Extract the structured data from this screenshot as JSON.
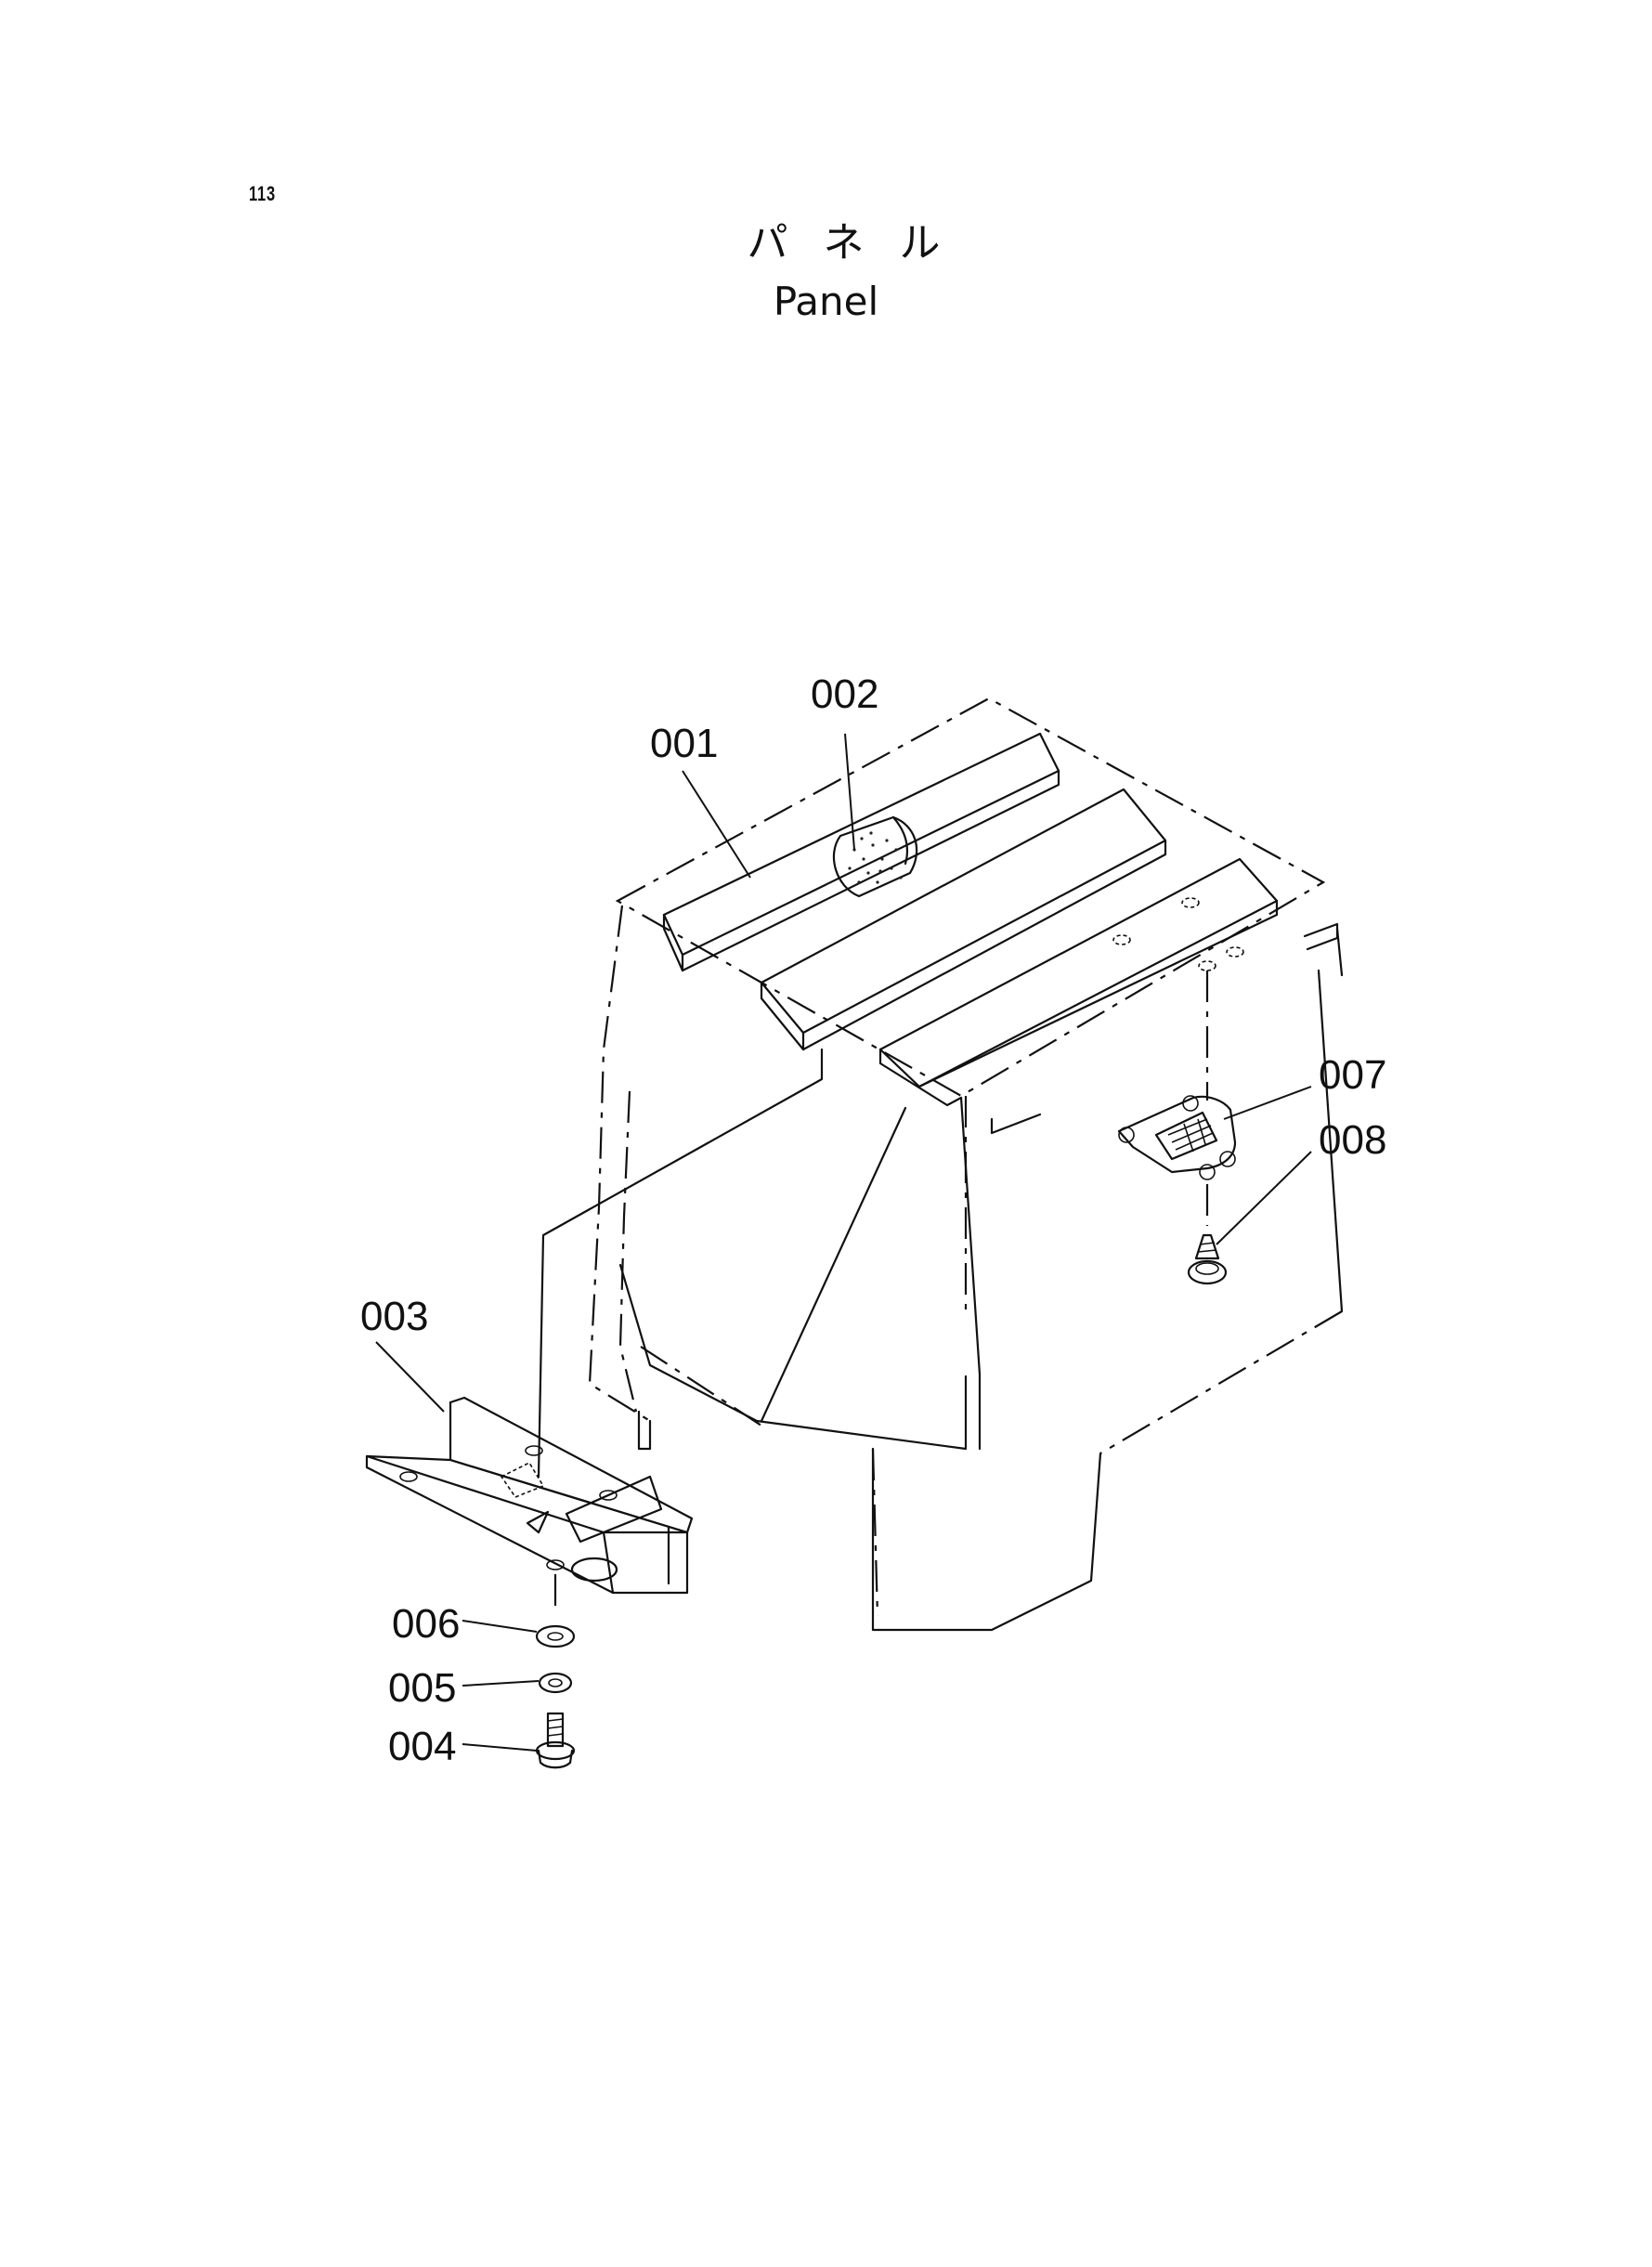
{
  "page_number": "113",
  "title_ja": "パネル",
  "title_en": "Panel",
  "callouts": {
    "c001": "001",
    "c002": "002",
    "c003": "003",
    "c004": "004",
    "c005": "005",
    "c006": "006",
    "c007": "007",
    "c008": "008"
  }
}
